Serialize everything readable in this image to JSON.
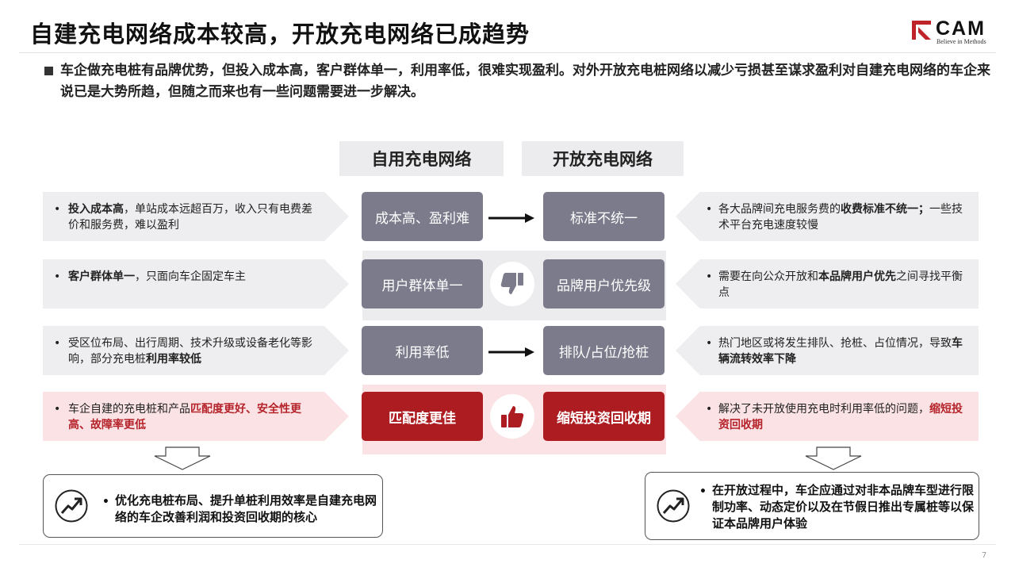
{
  "header": {
    "title": "自建充电网络成本较高，开放充电网络已成趋势",
    "logo_text": "CAM",
    "logo_tagline": "Believe in Methods",
    "brand_red": "#c0242b"
  },
  "intro": "车企做充电桩有品牌优势，但投入成本高，客户群体单一，利用率低，很难实现盈利。对外开放充电桩网络以减少亏损甚至谋求盈利对自建充电网络的车企来说已是大势所趋，但随之而来也有一些问题需要进一步解决。",
  "columns": {
    "self": "自用充电网络",
    "open": "开放充电网络"
  },
  "rows": [
    {
      "left": [
        {
          "t": "投入成本高",
          "s": "b"
        },
        {
          "t": "，单站成本远超百万，收入只有电费差价和服务费，难以盈利",
          "s": ""
        }
      ],
      "box_left": "成本高、盈利难",
      "connector": "arrow",
      "box_right": "标准不统一",
      "right": [
        {
          "t": "各大品牌间充电服务费的",
          "s": ""
        },
        {
          "t": "收费标准不统一；",
          "s": "b"
        },
        {
          "t": "一些技术平台充电速度较慢",
          "s": ""
        }
      ]
    },
    {
      "left": [
        {
          "t": "客户群体单一",
          "s": "b"
        },
        {
          "t": "，只面向车企固定车主",
          "s": ""
        }
      ],
      "box_left": "用户群体单一",
      "connector": "thumbs-down-icon",
      "box_right": "品牌用户优先级",
      "right": [
        {
          "t": "需要在向公众开放和",
          "s": ""
        },
        {
          "t": "本品牌用户优先",
          "s": "b"
        },
        {
          "t": "之间寻找平衡点",
          "s": ""
        }
      ]
    },
    {
      "left": [
        {
          "t": "受区位布局、出行周期、技术升级或设备老化等影响，部分充电桩",
          "s": ""
        },
        {
          "t": "利用率较低",
          "s": "b"
        }
      ],
      "box_left": "利用率低",
      "connector": "arrow",
      "box_right": "排队/占位/抢桩",
      "right": [
        {
          "t": "热门地区或将发生排队、抢桩、占位情况，导致",
          "s": ""
        },
        {
          "t": "车辆流转效率下降",
          "s": "b"
        }
      ]
    },
    {
      "left": [
        {
          "t": "车企自建的充电桩和产品",
          "s": ""
        },
        {
          "t": "匹配度更好、安全性更高、故障率更低",
          "s": "red"
        }
      ],
      "box_left": "匹配度更佳",
      "connector": "thumbs-up-icon",
      "box_right": "缩短投资回收期",
      "right": [
        {
          "t": "解决了未开放使用充电时利用率低的问题，",
          "s": ""
        },
        {
          "t": "缩短投资回收期",
          "s": "red"
        }
      ]
    }
  ],
  "summary_left": "优化充电桩布局、提升单桩利用效率是自建充电网络的车企改善利润和投资回收期的核心",
  "summary_right": "在开放过程中，车企应通过对非本品牌车型进行限制功率、动态定价以及在节假日推出专属桩等以保证本品牌用户体验",
  "bullet": "•",
  "page_number": "7",
  "colors": {
    "box_gray": "#7b7b8c",
    "box_red": "#ad1c20",
    "panel_gray": "#eeeef0",
    "panel_pink": "#fbe3e5",
    "text_red": "#b5232b"
  }
}
